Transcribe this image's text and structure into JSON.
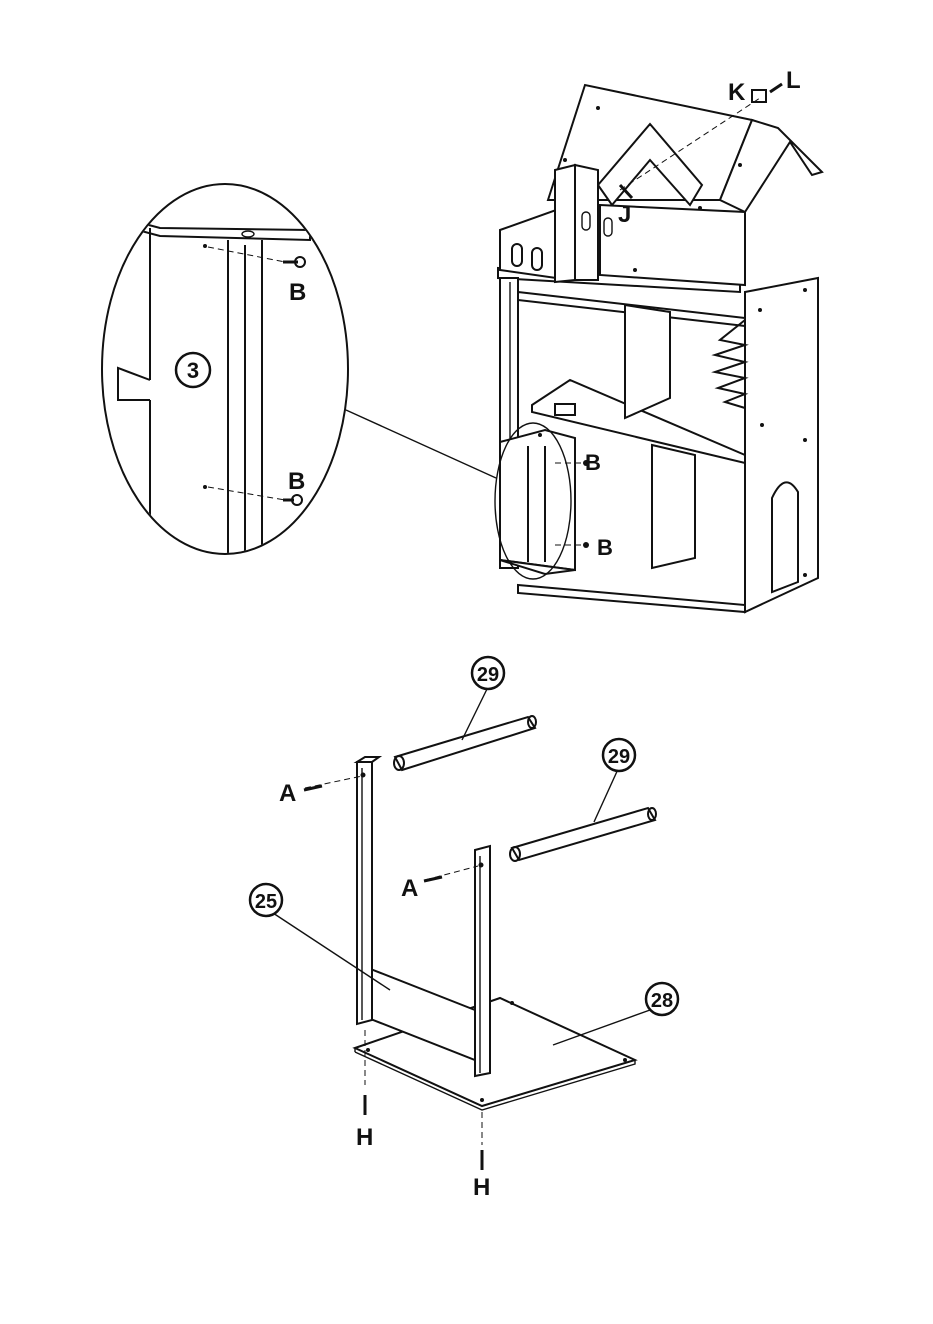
{
  "diagram": {
    "callouts": {
      "detail_part": "3",
      "rod_top": "29",
      "rod_right": "29",
      "back_panel": "25",
      "base_panel": "28"
    },
    "letters": {
      "B_detail_top": "B",
      "B_detail_bottom": "B",
      "B_house_upper": "B",
      "B_house_lower": "B",
      "J": "J",
      "K": "K",
      "L": "L",
      "A_left": "A",
      "A_right": "A",
      "H_left": "H",
      "H_right": "H"
    }
  }
}
